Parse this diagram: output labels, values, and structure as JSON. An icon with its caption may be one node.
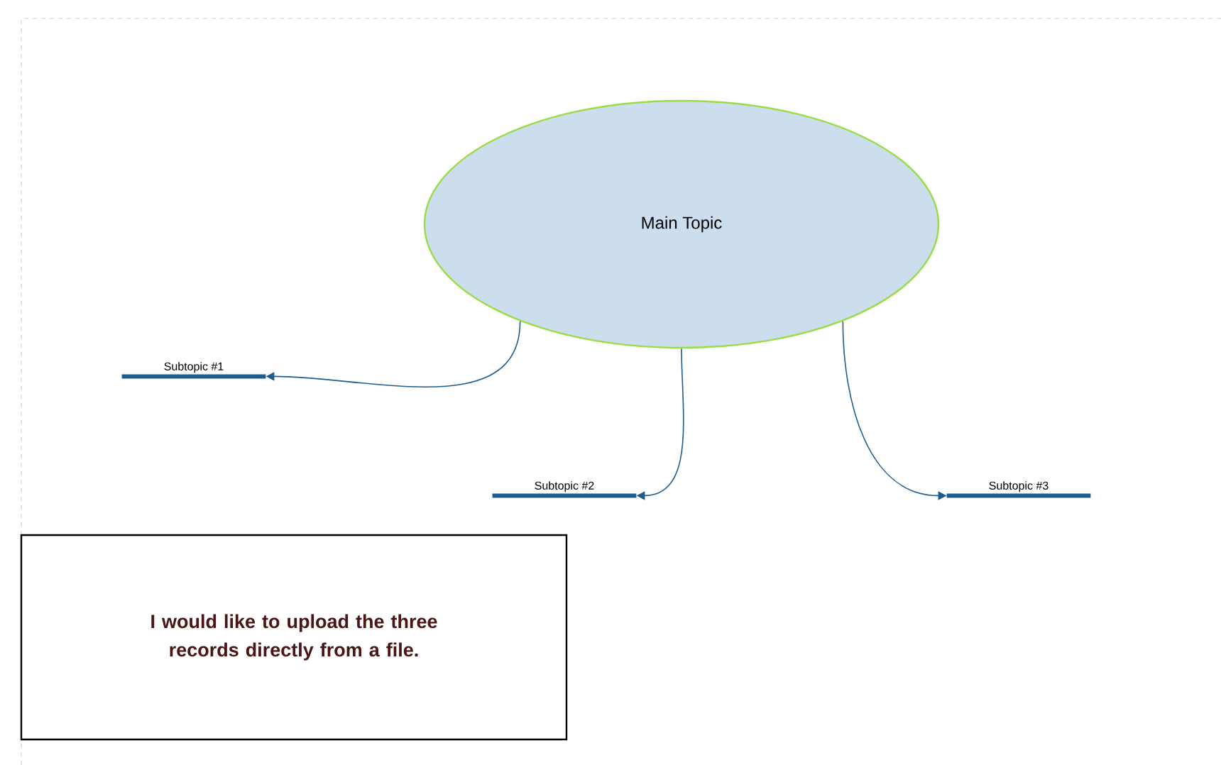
{
  "diagram": {
    "nodes": [
      {
        "text": [
          "Main Topic"
        ]
      },
      {
        "text": [
          "Subtopic #1"
        ]
      },
      {
        "text": [
          "Subtopic #2"
        ]
      },
      {
        "text": [
          "Subtopic #3"
        ]
      },
      {
        "text": [
          "I would like to upload the three records directly from a file."
        ]
      }
    ],
    "edges": [
      {
        "from": 0,
        "to": 1,
        "arrow": "to"
      },
      {
        "from": 0,
        "to": 2,
        "arrow": "to"
      },
      {
        "from": 0,
        "to": 3,
        "arrow": "to"
      }
    ]
  }
}
